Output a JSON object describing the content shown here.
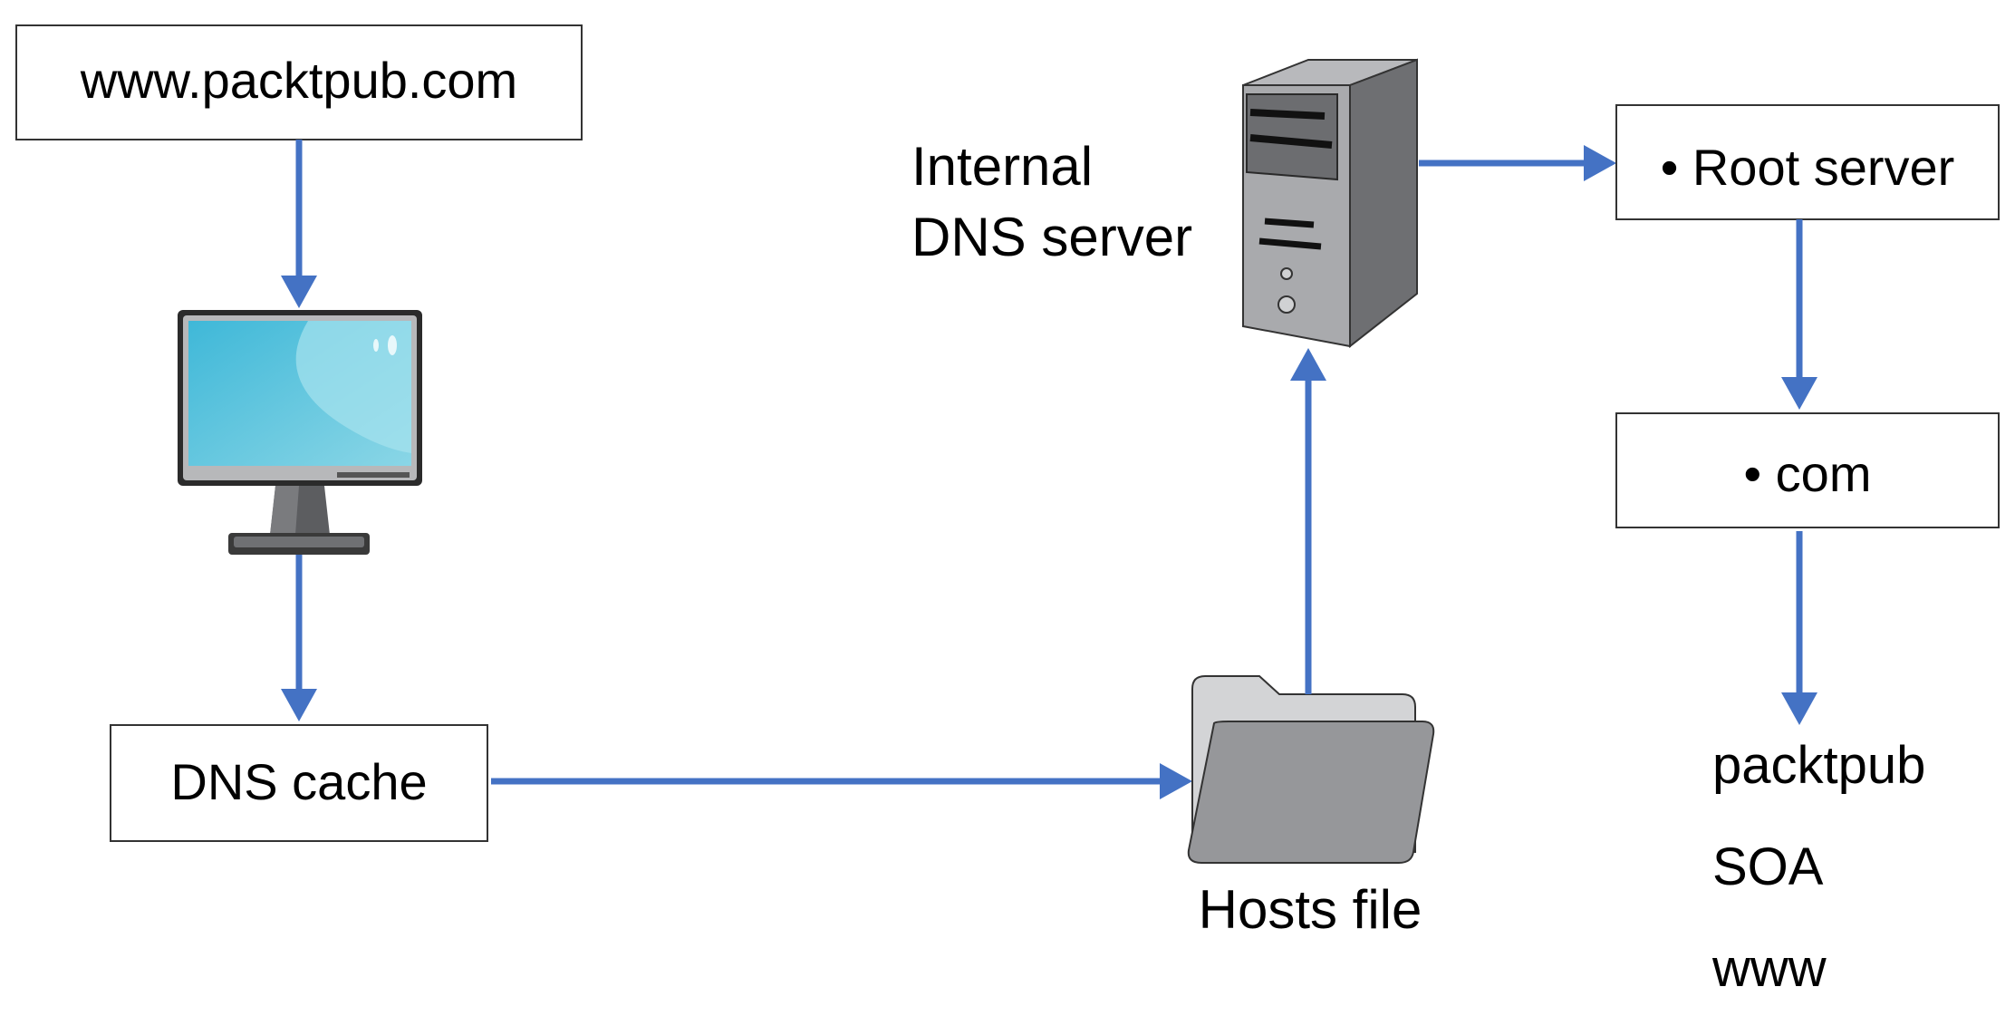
{
  "nodes": {
    "url": "www.packtpub.com",
    "dns_cache": "DNS cache",
    "internal_dns_line1": "Internal",
    "internal_dns_line2": "DNS server",
    "root_server": "• Root server",
    "com": "• com",
    "hosts_file": "Hosts file"
  },
  "zone_records": [
    "packtpub",
    "SOA",
    "www"
  ],
  "colors": {
    "arrow": "#4472C4",
    "box_border": "#333333",
    "screen": "#5ec6df",
    "server_gray": "#8a8b8e",
    "folder_gray": "#96979a"
  },
  "icons": {
    "computer": "desktop-monitor-icon",
    "server": "tower-server-icon",
    "folder": "open-folder-icon"
  }
}
